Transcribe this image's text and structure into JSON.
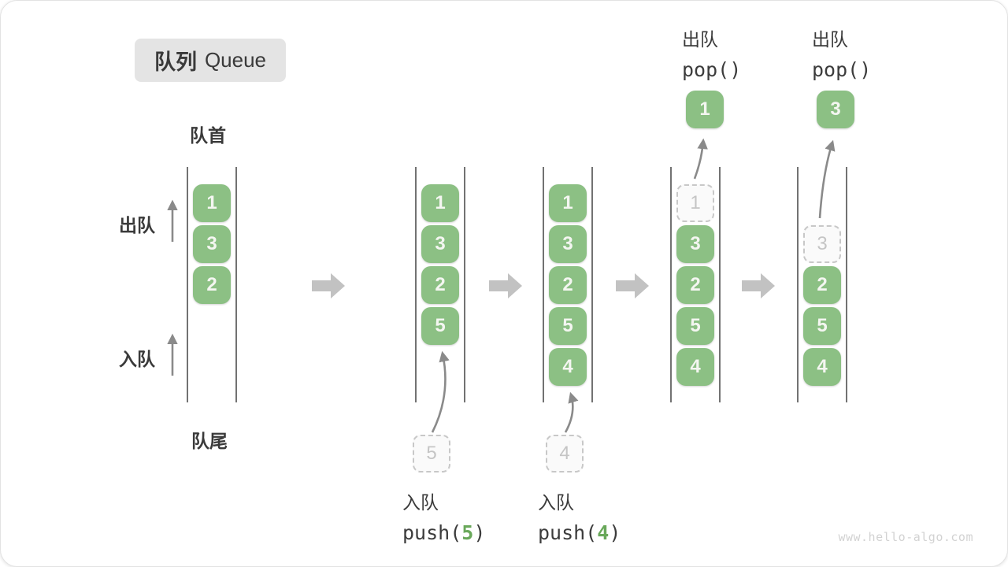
{
  "title": {
    "zh": "队列",
    "en": "Queue"
  },
  "side_labels": {
    "front": "队首",
    "rear": "队尾",
    "dequeue": "出队",
    "enqueue": "入队"
  },
  "colors": {
    "box_green": "#8CC084",
    "accent_green": "#69A85A",
    "gray_arrow": "#C2C2C2",
    "thin_arrow": "#8A8A8A",
    "dashed_border": "#C8C8C8",
    "ghost_text": "#C5C5C5",
    "badge_bg": "#E4E4E4",
    "text_dark": "#3A3A3A",
    "watermark_gray": "#D2D2D2"
  },
  "queues": [
    {
      "slots": [
        {
          "v": "1"
        },
        {
          "v": "3"
        },
        {
          "v": "2"
        }
      ]
    },
    {
      "slots": [
        {
          "v": "1"
        },
        {
          "v": "3"
        },
        {
          "v": "2"
        },
        {
          "v": "5"
        }
      ],
      "incoming": "5",
      "op": {
        "label": "入队",
        "pre": "push(",
        "arg": "5",
        "post": ")"
      }
    },
    {
      "slots": [
        {
          "v": "1"
        },
        {
          "v": "3"
        },
        {
          "v": "2"
        },
        {
          "v": "5"
        },
        {
          "v": "4"
        }
      ],
      "incoming": "4",
      "op": {
        "label": "入队",
        "pre": "push(",
        "arg": "4",
        "post": ")"
      }
    },
    {
      "ghost": "1",
      "slots": [
        {
          "v": "3"
        },
        {
          "v": "2"
        },
        {
          "v": "5"
        },
        {
          "v": "4"
        }
      ],
      "popped": "1",
      "op": {
        "label": "出队",
        "fn": "pop()"
      }
    },
    {
      "ghost": "3",
      "slots": [
        {
          "v": "2"
        },
        {
          "v": "5"
        },
        {
          "v": "4"
        }
      ],
      "popped": "3",
      "op": {
        "label": "出队",
        "fn": "pop()"
      }
    }
  ],
  "watermark": "www.hello-algo.com"
}
